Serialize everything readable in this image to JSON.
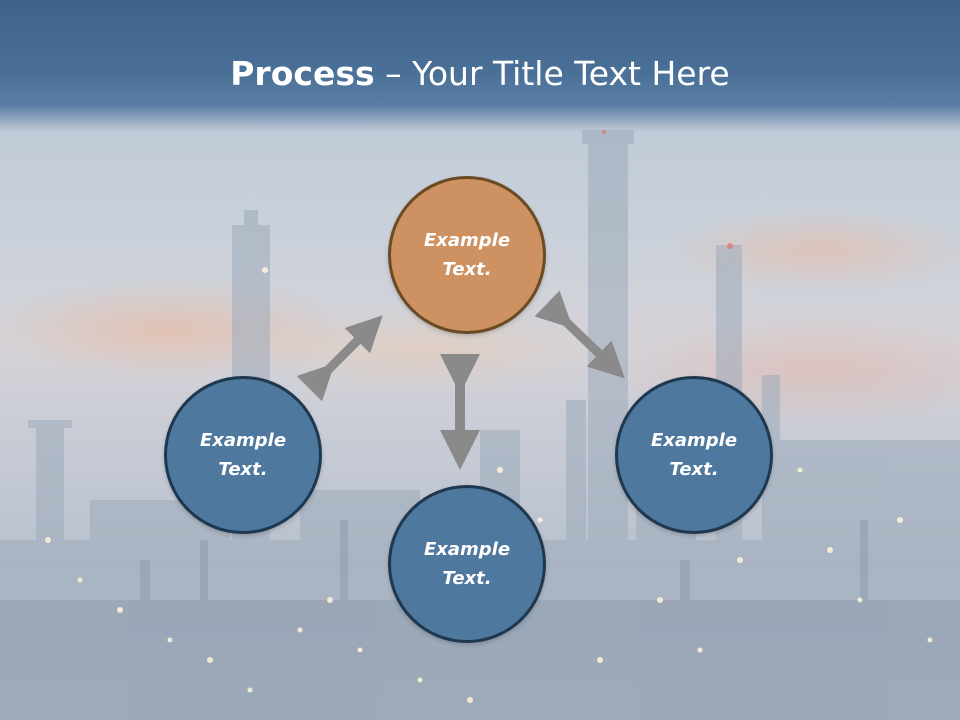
{
  "slide": {
    "title_bold": "Process",
    "title_rest": " – Your Title Text Here",
    "nodes": {
      "top": "Example Text.",
      "left": "Example Text.",
      "right": "Example Text.",
      "bottom": "Example Text."
    }
  },
  "colors": {
    "title_bar": "#4a7098",
    "node_blue": "#4f789f",
    "node_blue_border": "#1e3850",
    "node_orange": "#cd9162",
    "node_orange_border": "#6b4a24",
    "arrow": "#8a8a8a"
  },
  "icons": {
    "arrows": [
      "double-arrow-diagonal-left-icon",
      "double-arrow-diagonal-right-icon",
      "double-arrow-vertical-icon"
    ]
  }
}
